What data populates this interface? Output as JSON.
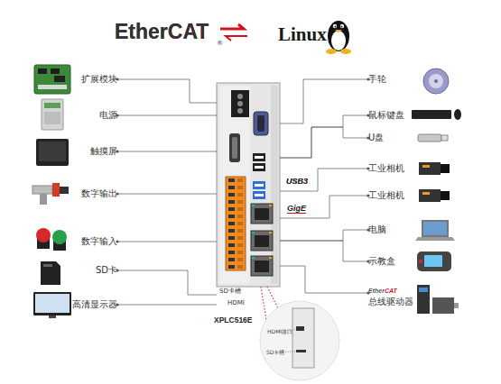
{
  "diagram": {
    "nodes": [
      {
        "text": [
          "扩展模块"
        ]
      },
      {
        "text": [
          "电源"
        ]
      },
      {
        "text": [
          "触摸屏"
        ]
      },
      {
        "text": [
          "数字输出"
        ]
      },
      {
        "text": [
          "数字输入"
        ]
      },
      {
        "text": [
          "SD卡"
        ]
      },
      {
        "text": [
          "高清显示器"
        ]
      },
      {
        "text": [
          "XPLC516E"
        ]
      },
      {
        "text": [
          "手轮"
        ]
      },
      {
        "text": [
          "鼠标键盘"
        ]
      },
      {
        "text": [
          "U盘"
        ]
      },
      {
        "text": [
          "工业相机"
        ]
      },
      {
        "text": [
          "工业相机"
        ]
      },
      {
        "text": [
          "电脑"
        ]
      },
      {
        "text": [
          "示教盒"
        ]
      },
      {
        "text": [
          "EtherCAT",
          "总线驱动器"
        ]
      }
    ],
    "edges": [
      {
        "from": 7,
        "to": 0,
        "arrow": "none"
      },
      {
        "from": 7,
        "to": 1,
        "arrow": "none"
      },
      {
        "from": 7,
        "to": 2,
        "arrow": "none"
      },
      {
        "from": 7,
        "to": 3,
        "arrow": "none"
      },
      {
        "from": 7,
        "to": 4,
        "arrow": "none"
      },
      {
        "from": 7,
        "to": 5,
        "arrow": "none"
      },
      {
        "from": 7,
        "to": 6,
        "arrow": "none"
      },
      {
        "from": 7,
        "to": 8,
        "arrow": "none"
      },
      {
        "from": 7,
        "to": 9,
        "arrow": "none"
      },
      {
        "from": 7,
        "to": 10,
        "arrow": "none"
      },
      {
        "from": 7,
        "to": 11,
        "arrow": "none"
      },
      {
        "from": 7,
        "to": 12,
        "arrow": "none"
      },
      {
        "from": 7,
        "to": 13,
        "arrow": "none"
      },
      {
        "from": 7,
        "to": 14,
        "arrow": "none"
      },
      {
        "from": 7,
        "to": 15,
        "arrow": "none"
      }
    ],
    "labels": [
      "EtherCAT",
      "®",
      "Linux",
      "USB3",
      "GigE",
      "SD卡槽",
      "HDMI",
      "HDMI接口",
      "SD卡槽"
    ]
  }
}
